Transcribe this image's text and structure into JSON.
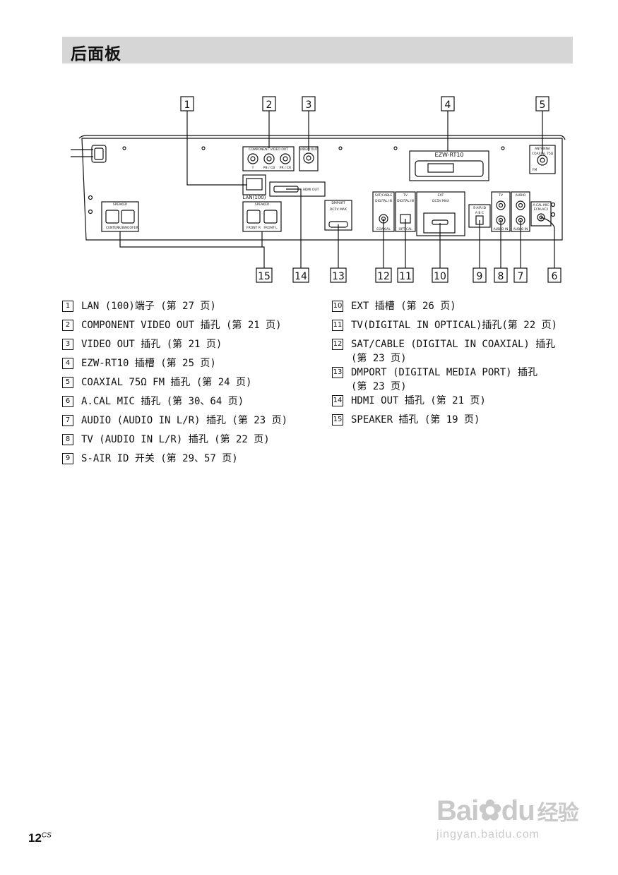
{
  "title": "后面板",
  "callouts": [
    "1",
    "2",
    "3",
    "4",
    "5",
    "6",
    "7",
    "8",
    "9",
    "10",
    "11",
    "12",
    "13",
    "14",
    "15"
  ],
  "panel_labels": {
    "component_video_out": "COMPONENT VIDEO OUT",
    "y": "Y",
    "pb_cb": "PB / CB",
    "pr_cr": "PR / CR",
    "video_out": "VIDEO OUT",
    "lan": "LAN(100)",
    "hdmi_out": "HDMI OUT",
    "ezw": "EZW-RT10",
    "antenna": "ANTENNA",
    "coaxial_75": "COAXIAL 75Ω",
    "fm": "FM",
    "speaker": "SPEAKER",
    "center": "CENTER",
    "subwoofer": "SUBWOOFER",
    "front_r": "FRONT R",
    "front_l": "FRONT L",
    "dmport": "DMPORT",
    "dmport_spec": "DC5V    MAX",
    "sat_cable": "SAT/CABLE",
    "digital_in": "DIGITAL IN",
    "coaxial": "COAXIAL",
    "tv": "TV",
    "optical": "OPTICAL",
    "ext": "EXT",
    "ext_spec": "DC5V    MAX",
    "s_air_id": "S-AIR ID",
    "abc": "A  B  C",
    "audio_in": "AUDIO IN",
    "audio": "AUDIO",
    "a_cal_mic": "A.CAL MIC",
    "ecm_ac2": "ECM-AC2"
  },
  "legend_left": [
    {
      "num": "1",
      "text": "LAN (100)端子 (第 27 页)"
    },
    {
      "num": "2",
      "text": "COMPONENT VIDEO OUT 插孔 (第 21 页)"
    },
    {
      "num": "3",
      "text": "VIDEO OUT 插孔 (第 21 页)"
    },
    {
      "num": "4",
      "text": "EZW-RT10 插槽 (第 25 页)"
    },
    {
      "num": "5",
      "text": "COAXIAL 75Ω FM 插孔 (第 24 页)"
    },
    {
      "num": "6",
      "text": "A.CAL MIC 插孔 (第 30、64 页)"
    },
    {
      "num": "7",
      "text": "AUDIO (AUDIO IN L/R) 插孔 (第 23 页)"
    },
    {
      "num": "8",
      "text": "TV (AUDIO IN L/R) 插孔 (第 22 页)"
    },
    {
      "num": "9",
      "text": "S-AIR ID 开关 (第 29、57 页)"
    }
  ],
  "legend_right": [
    {
      "num": "10",
      "text": "EXT 插槽 (第 26 页)"
    },
    {
      "num": "11",
      "text": "TV(DIGITAL IN OPTICAL)插孔(第 22 页)"
    },
    {
      "num": "12",
      "text": "SAT/CABLE (DIGITAL IN COAXIAL) 插孔\n(第 23 页)"
    },
    {
      "num": "13",
      "text": "DMPORT (DIGITAL MEDIA PORT) 插孔\n(第 23 页)"
    },
    {
      "num": "14",
      "text": "HDMI OUT 插孔 (第 21 页)"
    },
    {
      "num": "15",
      "text": "SPEAKER 插孔 (第 19 页)"
    }
  ],
  "page_number": "12",
  "page_suffix": "CS",
  "watermark": {
    "logo": "Bai",
    "logo2": "du",
    "logo_cn": "经验",
    "url": "jingyan.baidu.com"
  },
  "colors": {
    "title_bar": "#d6d6d6",
    "line": "#111111",
    "watermark": "#c9c9c9"
  }
}
